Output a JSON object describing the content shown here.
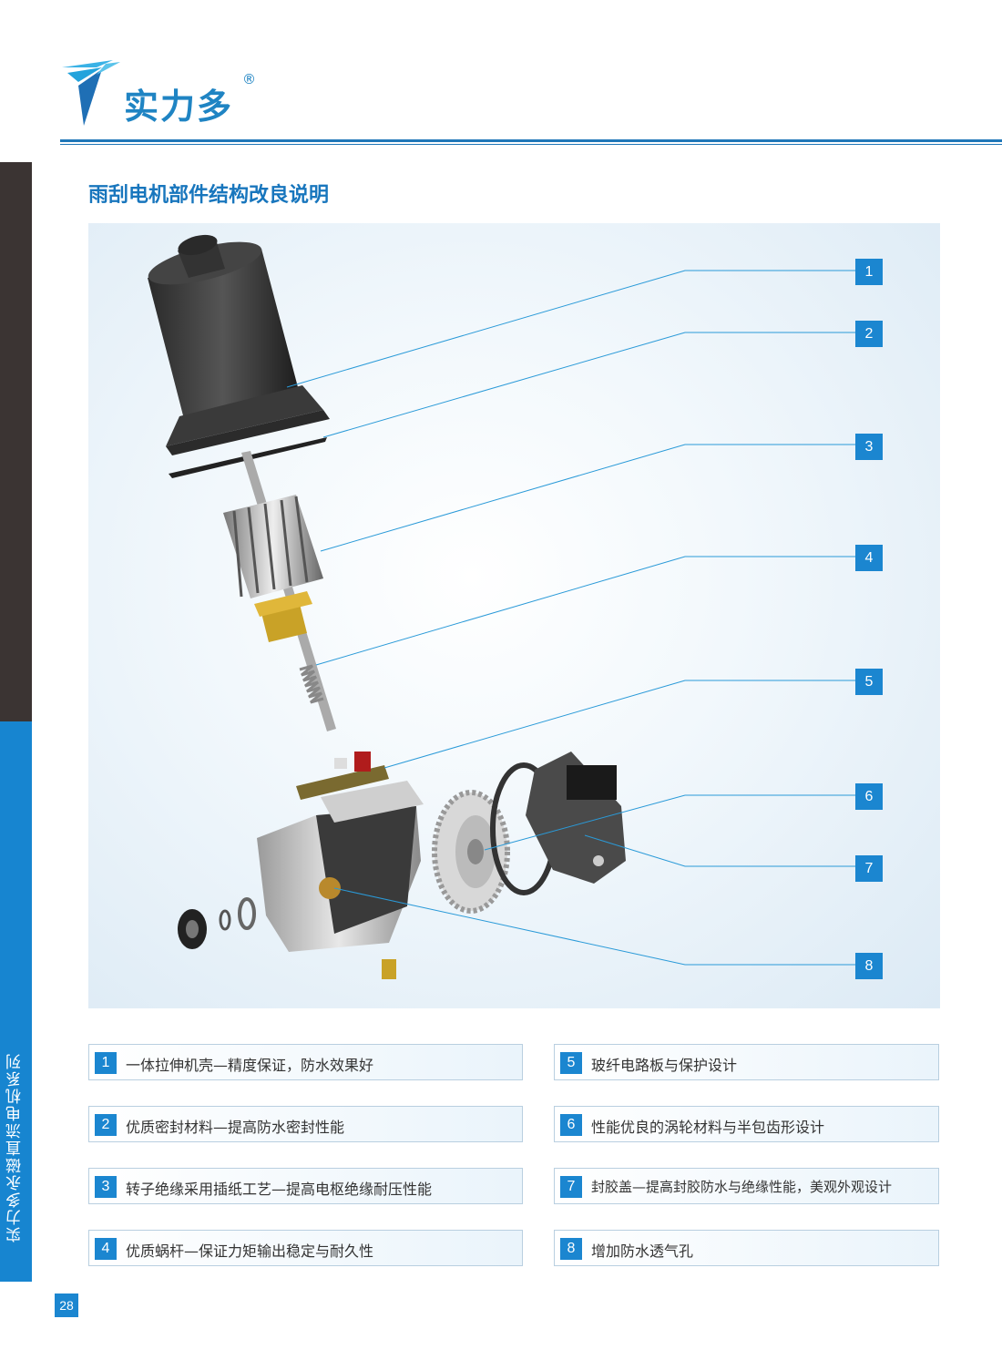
{
  "brand": {
    "name": "实力多",
    "reg_mark": "®",
    "color": "#1f84c3"
  },
  "page_title": "雨刮电机部件结构改良说明",
  "side_label": "实力多永磁直流电机系列",
  "callouts": [
    "1",
    "2",
    "3",
    "4",
    "5",
    "6",
    "7",
    "8"
  ],
  "features": [
    {
      "num": "1",
      "text": "一体拉伸机壳—精度保证，防水效果好"
    },
    {
      "num": "2",
      "text": "优质密封材料—提高防水密封性能"
    },
    {
      "num": "3",
      "text": "转子绝缘采用插纸工艺—提高电枢绝缘耐压性能"
    },
    {
      "num": "4",
      "text": "优质蜗杆—保证力矩输出稳定与耐久性"
    },
    {
      "num": "5",
      "text": "玻纤电路板与保护设计"
    },
    {
      "num": "6",
      "text": "性能优良的涡轮材料与半包齿形设计"
    },
    {
      "num": "7",
      "text": "封胶盖—提高封胶防水与绝缘性能，美观外观设计"
    },
    {
      "num": "8",
      "text": "增加防水透气孔"
    }
  ],
  "page_number": "28",
  "colors": {
    "accent": "#1b86d0",
    "dark_band": "#3b3433",
    "title": "#1876bd"
  }
}
